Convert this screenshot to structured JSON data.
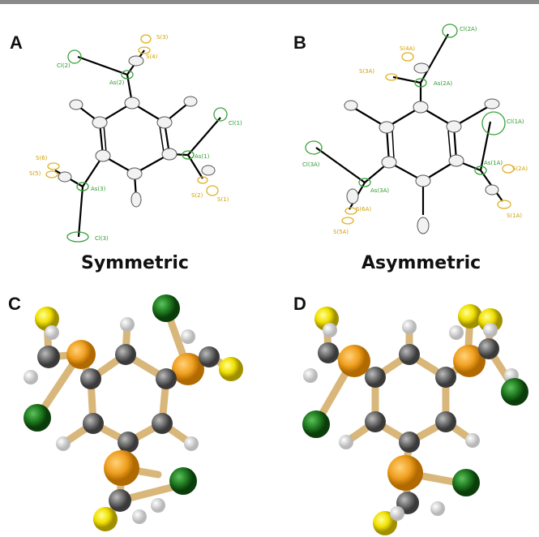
{
  "panels": {
    "A": {
      "label": "A",
      "caption": "Symmetric",
      "atoms": {
        "cl2": "Cl(2)",
        "as2": "As(2)",
        "s3": "S(3)",
        "s4": "S(4)",
        "cl1": "Cl(1)",
        "as1": "As(1)",
        "s2": "S(2)",
        "s1": "S(1)",
        "s6": "S(6)",
        "s5": "S(5)",
        "as3": "As(3)",
        "cl3": "Cl(3)"
      }
    },
    "B": {
      "label": "B",
      "caption": "Asymmetric",
      "atoms": {
        "cl2": "Cl(2A)",
        "s4": "S(4A)",
        "s3": "S(3A)",
        "as2": "As(2A)",
        "cl1": "Cl(1A)",
        "as1": "As(1A)",
        "s2": "S(2A)",
        "s1": "S(1A)",
        "cl3": "Cl(3A)",
        "as3": "As(3A)",
        "s6": "S(6A)",
        "s5": "S(5A)"
      }
    },
    "C": {
      "label": "C"
    },
    "D": {
      "label": "D"
    }
  },
  "colors": {
    "chlorine": "#1f7a1f",
    "sulfur": "#e8e000",
    "arsenic": "#f0a020",
    "carbon": "#707070",
    "hydrogen": "#f2f2f2",
    "bond": "#d9b77a"
  }
}
